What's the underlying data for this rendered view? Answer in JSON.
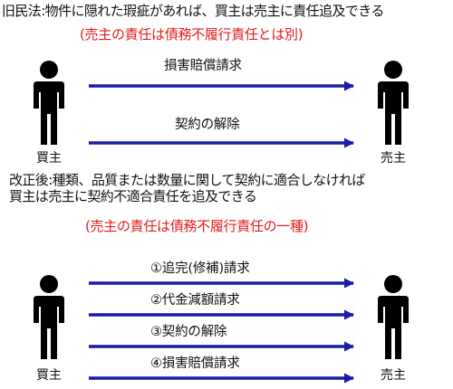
{
  "old_law": {
    "statement": "旧民法:物件に隠れた瑕疵があれば、買主は売主に責任追及できる",
    "note": "(売主の責任は債務不履行責任とは別)",
    "arrows": [
      "損害賠償請求",
      "契約の解除"
    ],
    "buyer": "買主",
    "seller": "売主"
  },
  "new_law": {
    "statement_line1": "改正後:種類、品質または数量に関して契約に適合しなければ",
    "statement_line2": "買主は売主に契約不適合責任を追及できる",
    "note": "(売主の責任は債務不履行責任の一種)",
    "arrows": [
      "①追完(修補)請求",
      "②代金減額請求",
      "③契約の解除",
      "④損害賠償請求"
    ],
    "buyer": "買主",
    "seller": "売主"
  },
  "colors": {
    "arrow": "#1a1aa8",
    "note": "#e31b1b",
    "figure": "#000000"
  }
}
